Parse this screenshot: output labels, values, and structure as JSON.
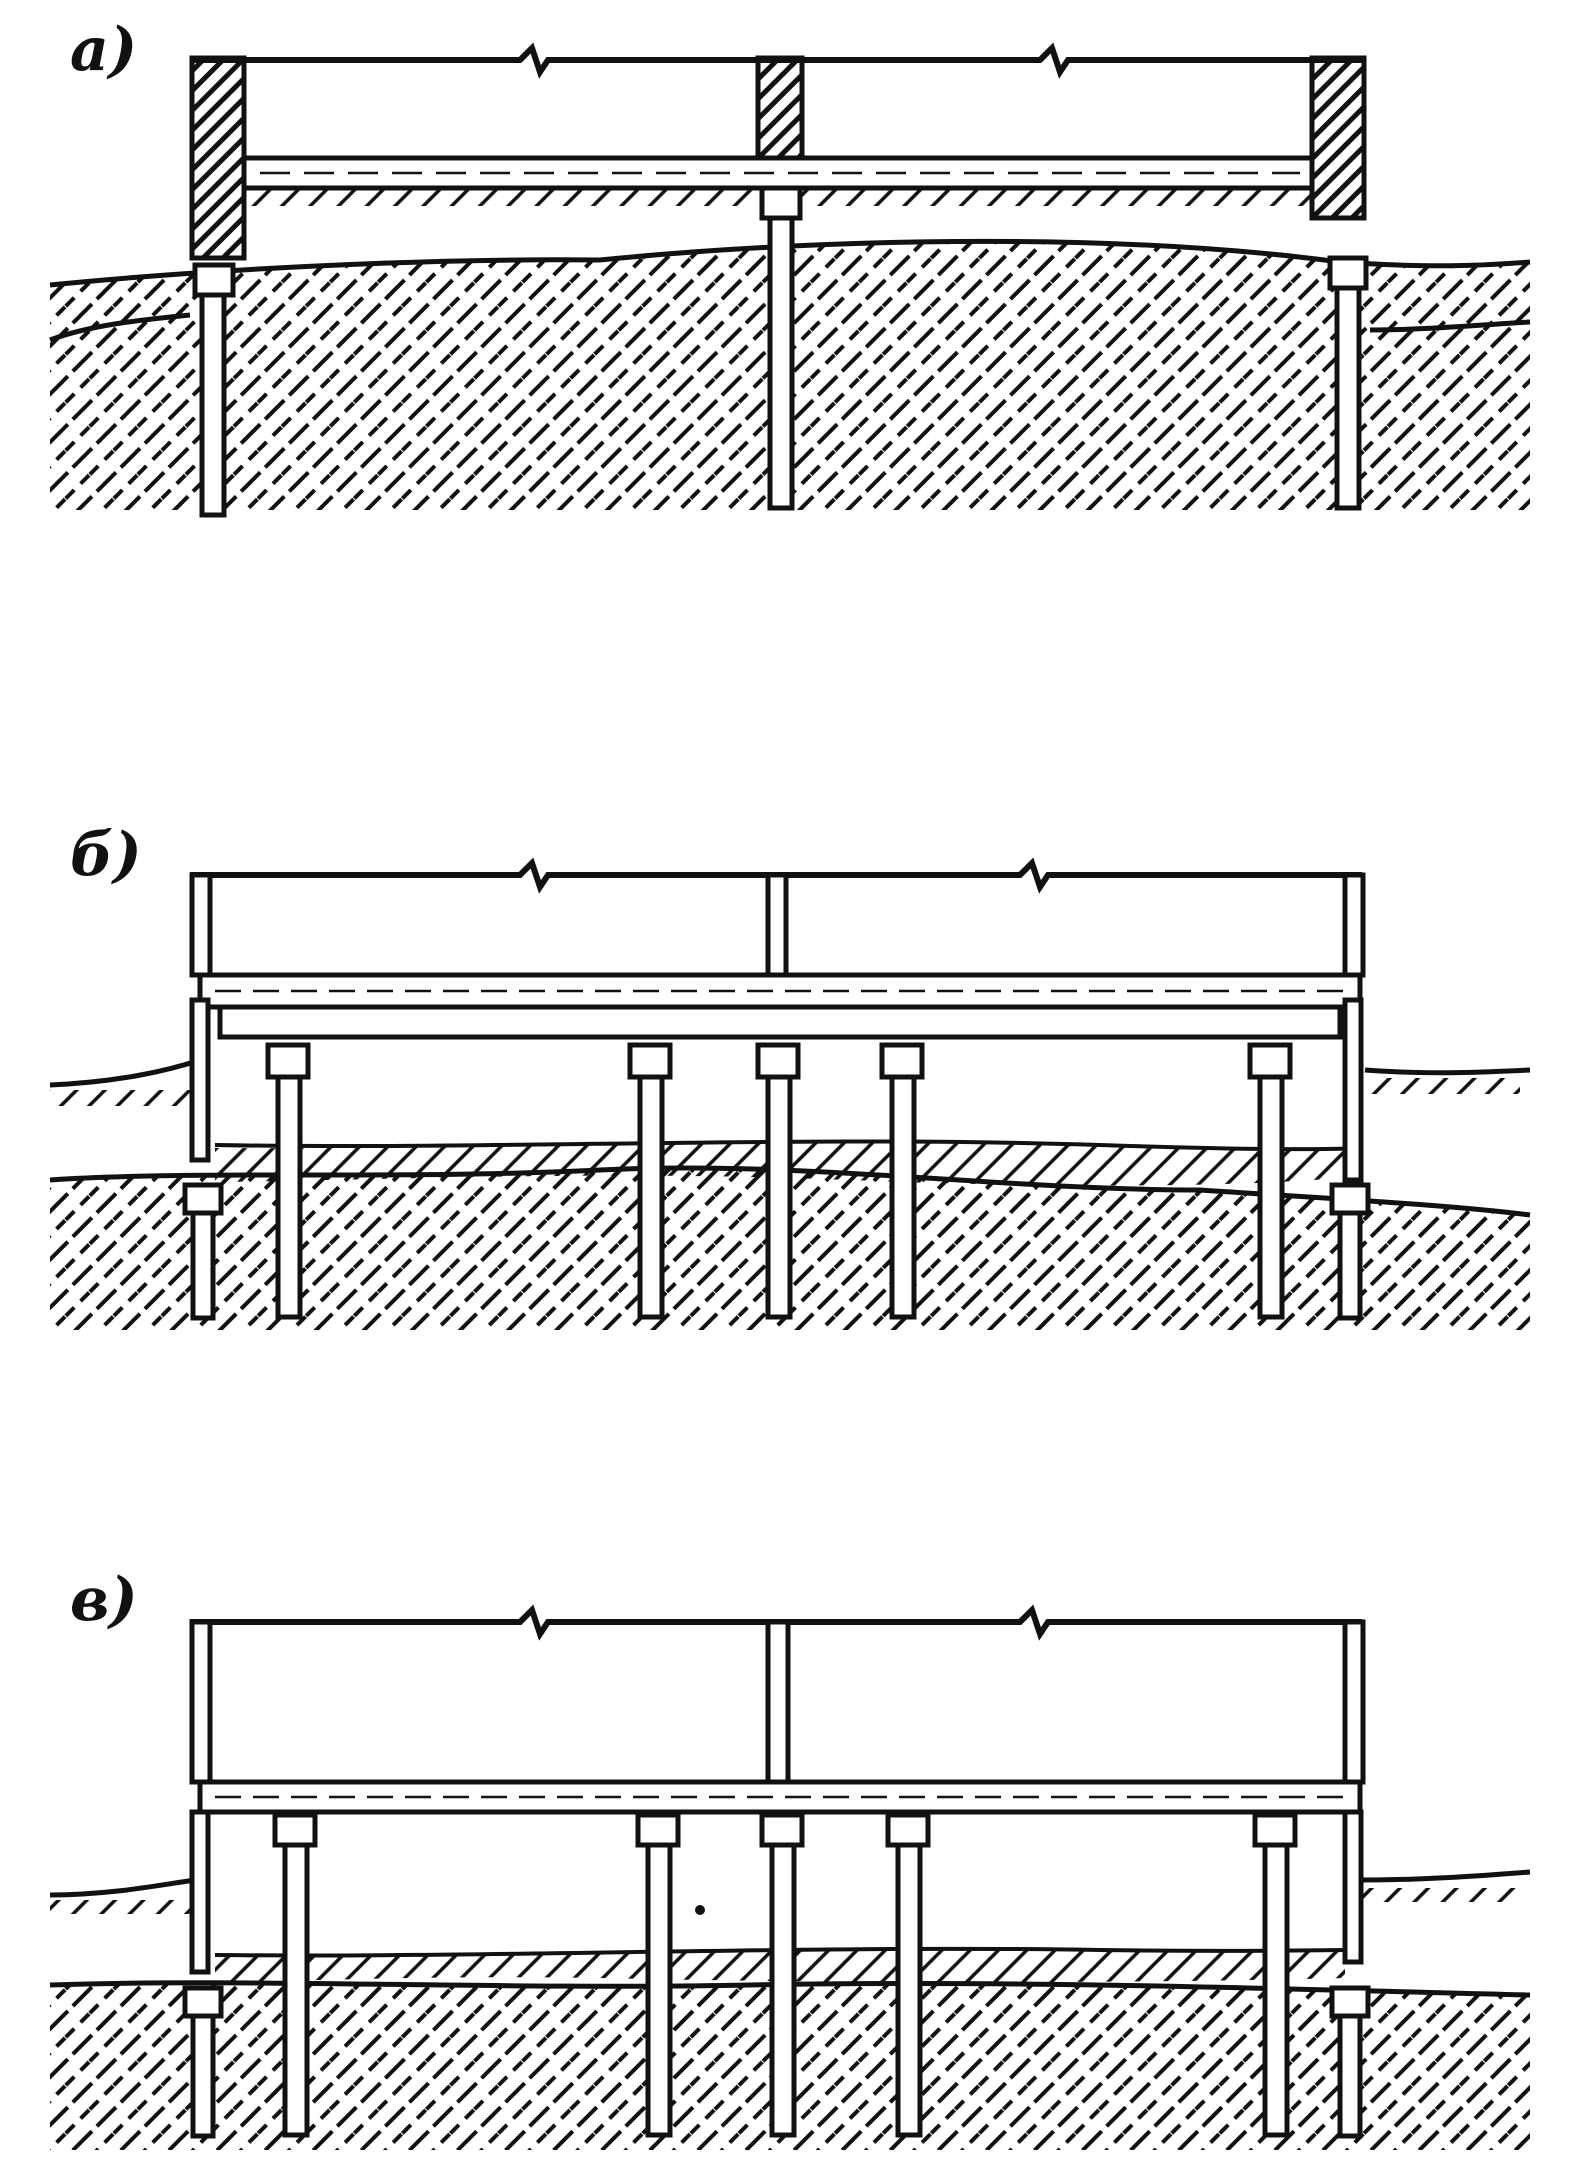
{
  "panels": [
    {
      "id": "a",
      "label": "а)"
    },
    {
      "id": "b",
      "label": "б)"
    },
    {
      "id": "c",
      "label": "в)"
    }
  ],
  "colors": {
    "ink": "#111111",
    "paper": "#ffffff"
  }
}
